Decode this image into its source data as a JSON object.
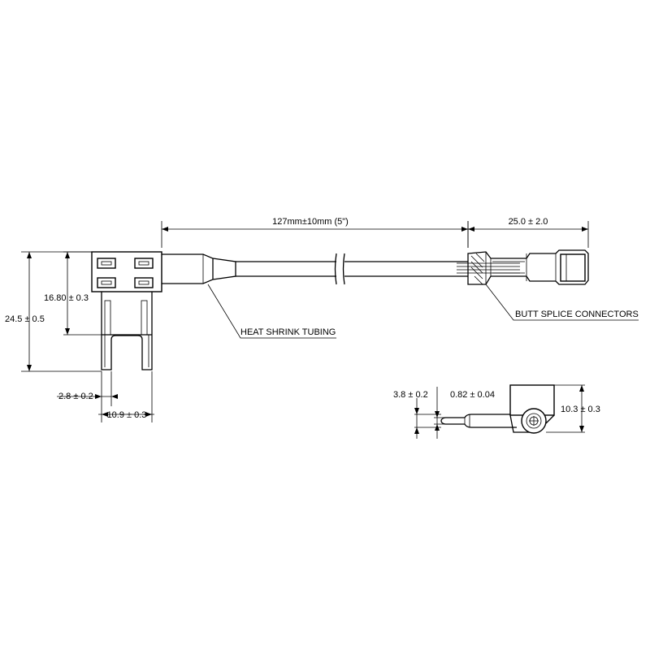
{
  "labels": {
    "cable_length": "127mm±10mm (5\")",
    "connector_length": "25.0 ± 2.0",
    "heat_shrink": "HEAT SHRINK TUBING",
    "butt_splice": "BUTT SPLICE CONNECTORS",
    "height_total": "24.5 ± 0.5",
    "height_body": "16.80 ± 0.3",
    "blade_width": "2.8 ± 0.2",
    "overall_width": "10.9 ± 0.3",
    "side_blade_height": "3.8 ± 0.2",
    "side_blade_thickness": "0.82 ± 0.04",
    "side_height": "10.3 ± 0.3"
  }
}
